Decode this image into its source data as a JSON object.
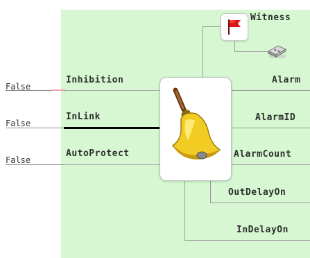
{
  "inputs": [
    {
      "label": "Inhibition",
      "value": "False"
    },
    {
      "label": "InLink",
      "value": "False"
    },
    {
      "label": "AutoProtect",
      "value": "False"
    }
  ],
  "outputs": {
    "witness": "Witness",
    "alarm": "Alarm",
    "alarm_id": "AlarmID",
    "alarm_count": "AlarmCount",
    "out_delay_on": "OutDelayOn",
    "in_delay_on": "InDelayOn"
  },
  "icons": {
    "block": "bell-icon",
    "witness": "red-flag-icon",
    "link": "plug-connector-icon"
  },
  "colors": {
    "background": "#d6f7d2",
    "inhibition_wire": "#f0a0b0",
    "inlink_wire": "#000000",
    "autoprotect_wire": "#a0a0a0"
  }
}
